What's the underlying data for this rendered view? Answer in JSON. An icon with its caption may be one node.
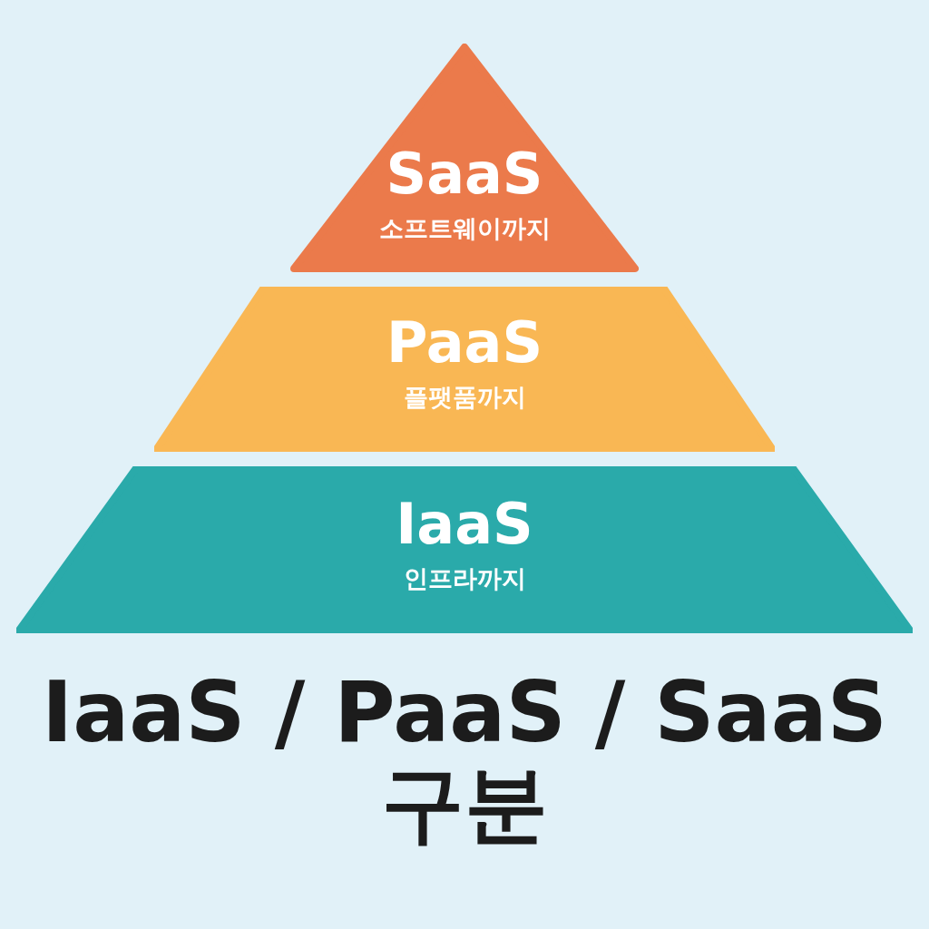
{
  "diagram": {
    "title": "IaaS / PaaS / SaaS 구분",
    "nodes": [
      {
        "text": [
          "SaaS",
          "소프트웨이까지"
        ]
      },
      {
        "text": [
          "PaaS",
          "플팻품까지"
        ]
      },
      {
        "text": [
          "IaaS",
          "인프라까지"
        ]
      }
    ],
    "edges": []
  }
}
